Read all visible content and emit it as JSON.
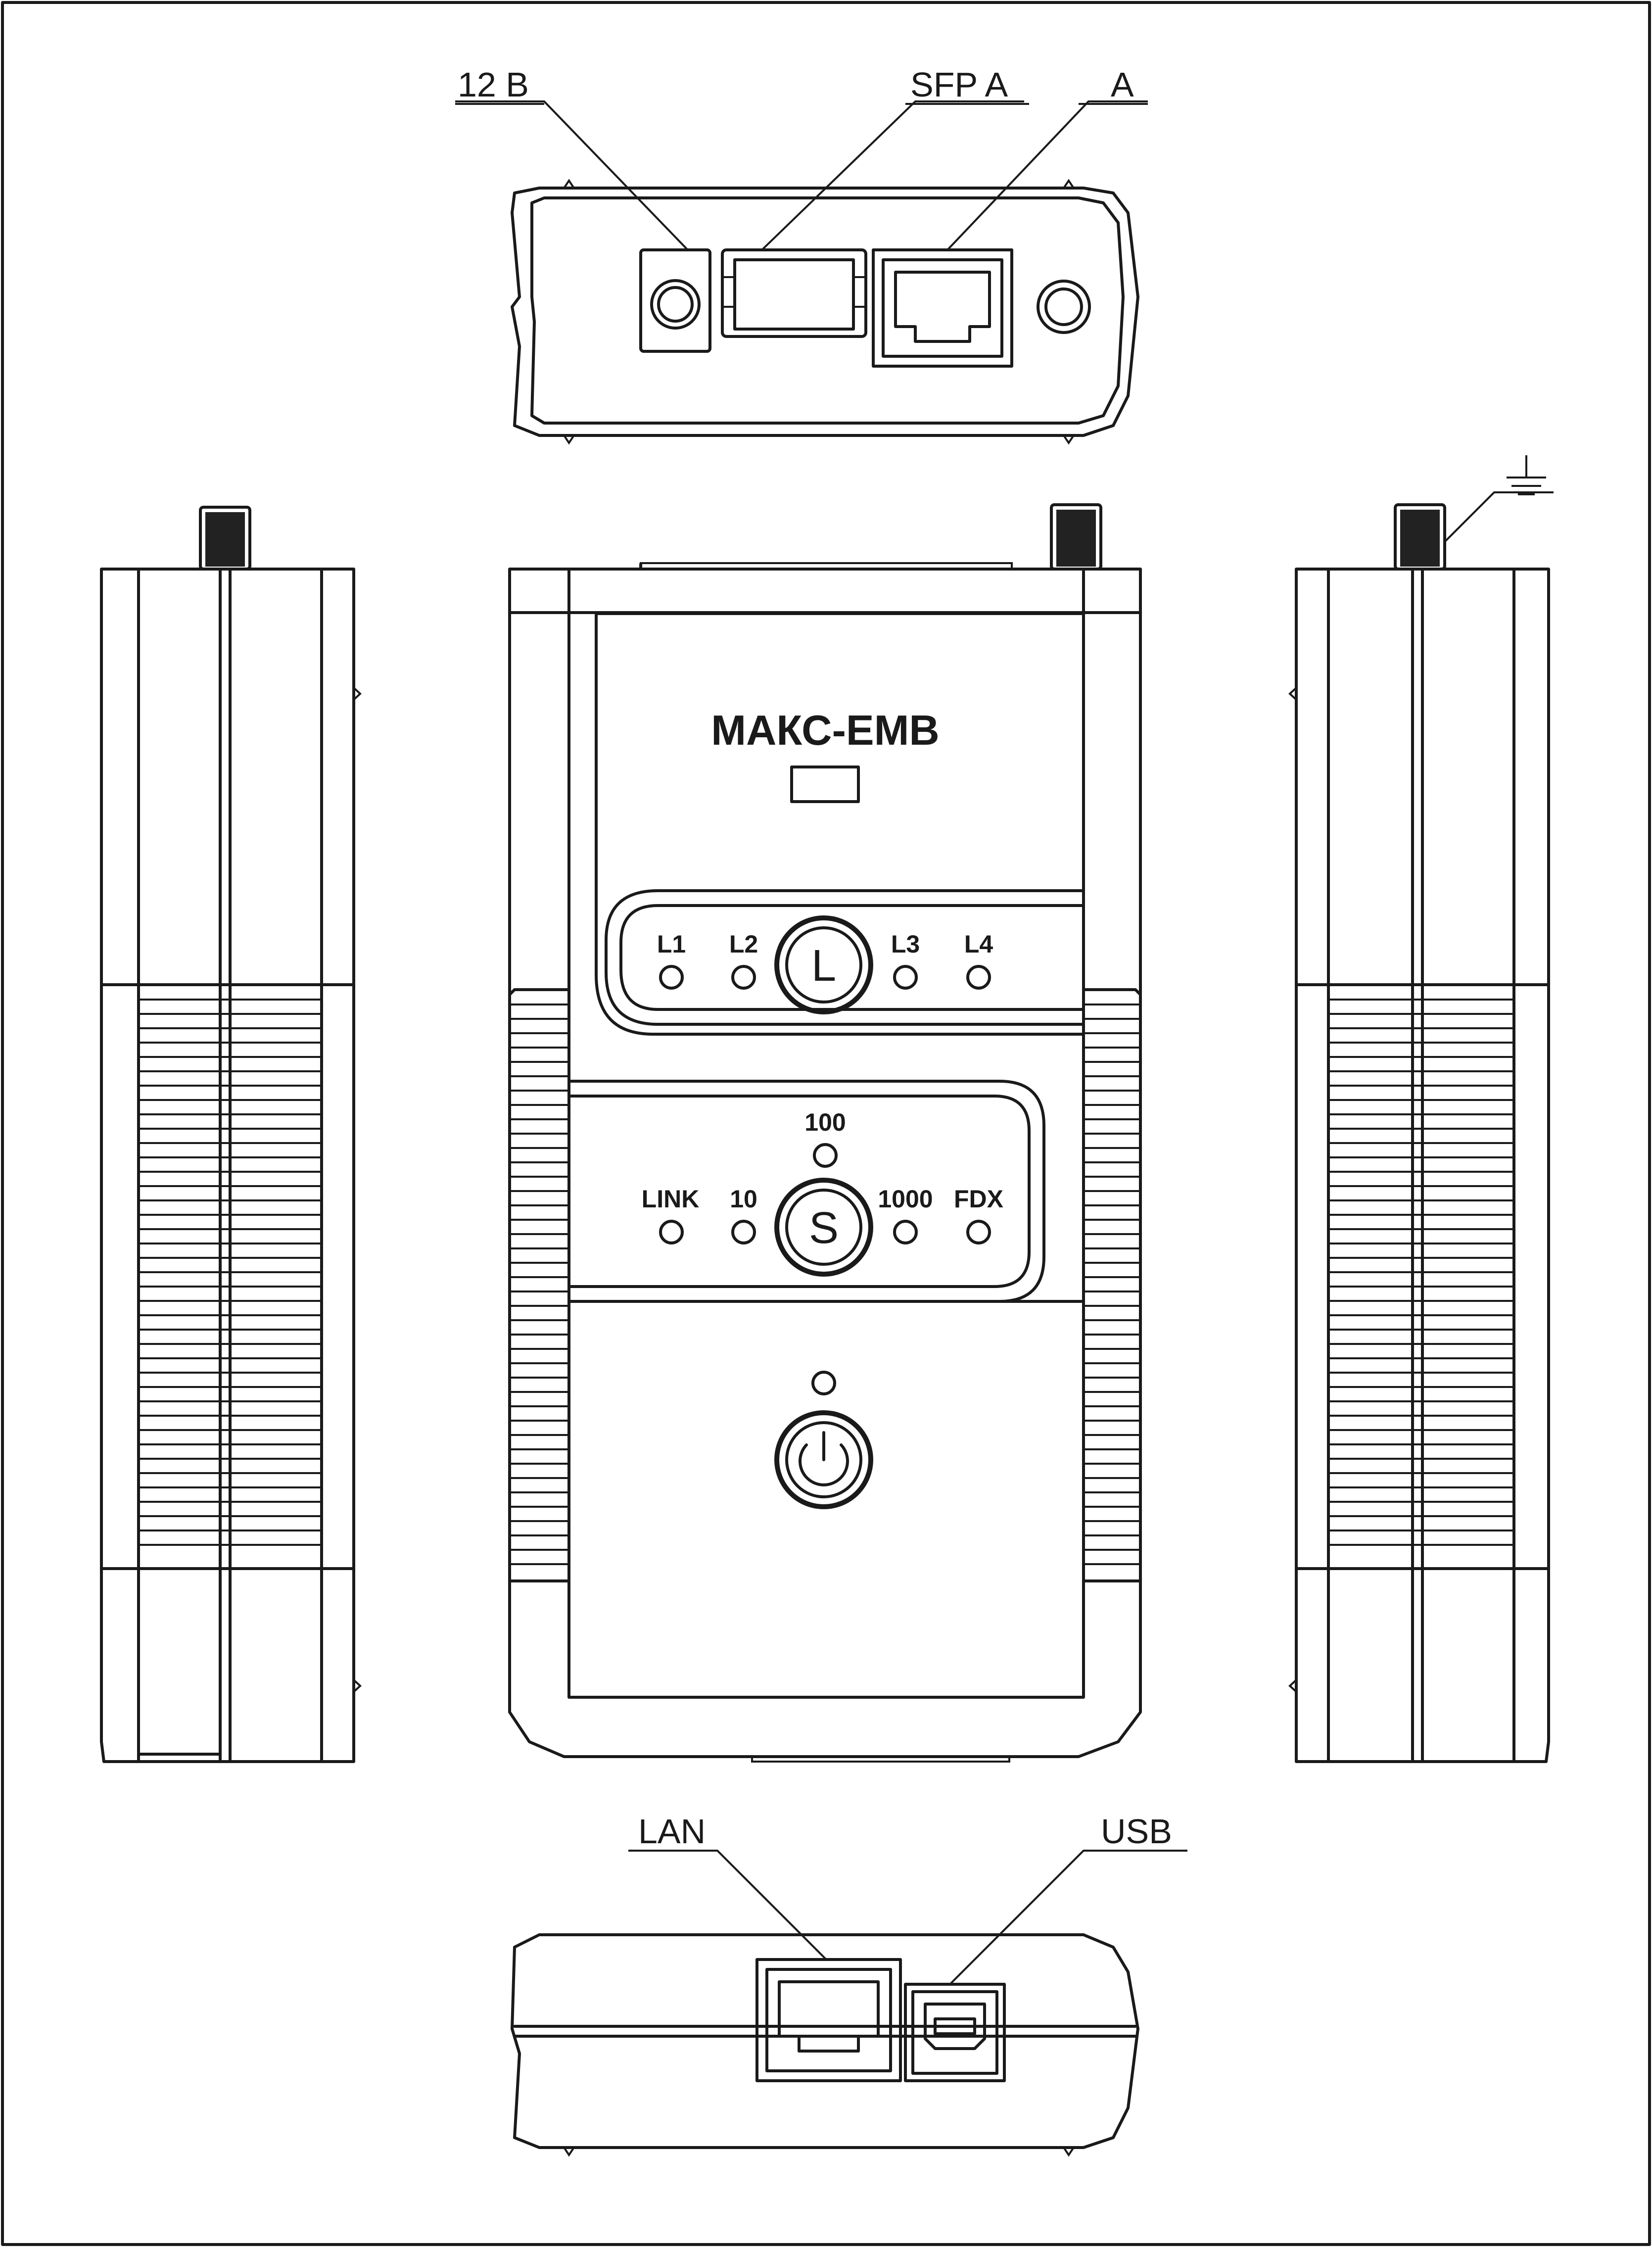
{
  "device": {
    "model": "МАКС-ЕМВ"
  },
  "top_view": {
    "labels": {
      "power": "12 В",
      "sfp": "SFP A",
      "port_a": "A"
    }
  },
  "front_panel": {
    "line_leds": [
      "L1",
      "L2",
      "L3",
      "L4"
    ],
    "line_button": "L",
    "status_leds": {
      "top": "100",
      "left": [
        "LINK",
        "10"
      ],
      "right": [
        "1000",
        "FDX"
      ]
    },
    "status_button": "S"
  },
  "right_side": {
    "ground_symbol": "ground-icon"
  },
  "bottom_view": {
    "labels": {
      "lan": "LAN",
      "usb": "USB"
    }
  }
}
